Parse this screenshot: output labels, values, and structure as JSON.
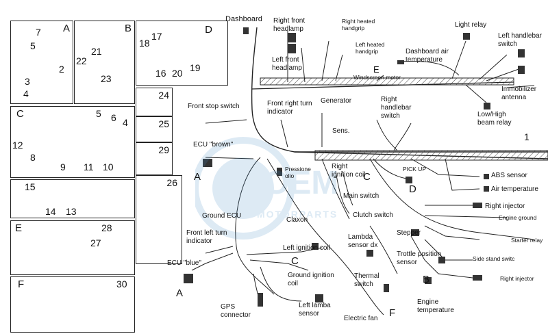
{
  "panels": {
    "A": {
      "letter": "A",
      "parts": [
        "7",
        "5",
        "2",
        "3",
        "4"
      ]
    },
    "B": {
      "letter": "B",
      "parts": [
        "21",
        "22",
        "23"
      ]
    },
    "C": {
      "letter": "C",
      "parts": [
        "5",
        "6",
        "4",
        "12",
        "8",
        "9",
        "11",
        "10"
      ]
    },
    "D": {
      "letter": "D",
      "parts": [
        "17",
        "18",
        "16",
        "20",
        "19"
      ]
    },
    "p24": {
      "num": "24"
    },
    "p25": {
      "num": "25"
    },
    "p29": {
      "num": "29"
    },
    "p26": {
      "num": "26"
    },
    "p13": {
      "parts": [
        "15",
        "14",
        "13"
      ]
    },
    "E": {
      "letter": "E",
      "parts": [
        "28",
        "27"
      ]
    },
    "F": {
      "letter": "F",
      "parts": [
        "30"
      ]
    }
  },
  "labels": {
    "dashboard": "Dashboard",
    "right_front_headlamp": "Right front headlamp",
    "left_front_headlamp": "Left front headlamp",
    "right_heated_handgrip": "Right heated handgrip",
    "left_heated_handgrip": "Left heated handgrip",
    "dashboard_air_temp": "Dashboard air temperature",
    "light_relay": "Light relay",
    "left_handlebar_switch": "Left handlebar switch",
    "windscreen_motor": "Windscreen motor",
    "immobilizer": "Immobilizer antenna",
    "low_high_beam": "Low/High beam relay",
    "front_stop_switch": "Front stop switch",
    "front_right_turn": "Front right turn indicator",
    "generator": "Generator",
    "right_handlebar_switch": "Right handlebar switch",
    "sens": "Sens.",
    "ecu_brown": "ECU \"brown\"",
    "right_ignition_coil": "Right ignition coil",
    "pick_up": "PICK UP",
    "abs_sensor": "ABS sensor",
    "air_temperature": "Air temperature",
    "pressione_olio": "Pressione olio",
    "main_switch": "Main switch",
    "right_injector": "Right injector",
    "engine_ground": "Engine ground",
    "ground_ecu": "Ground ECU",
    "claxon": "Claxon",
    "clutch_switch": "Clutch switch",
    "front_left_turn": "Front left turn indicator",
    "lambda_sensor_dx": "Lambda sensor dx",
    "stepper": "Stepper",
    "starter_relay": "Starter relay",
    "left_ignition_coil": "Left ignition coil",
    "trottle_position": "Trottle position sensor",
    "side_stand": "Side stand switc",
    "ecu_blue": "ECU \"blue\"",
    "ground_ignition_coil": "Ground ignition coil",
    "thermal_switch": "Thermal switch",
    "right_injector2": "Right injector",
    "engine_temperature": "Engine temperature",
    "gps_connector": "GPS connector",
    "left_lamba_sensor": "Left lamba sensor",
    "electric_fan": "Electric fan"
  },
  "letters": {
    "E_main": "E",
    "C_main": "C",
    "C_main2": "C",
    "D_main": "D",
    "A_main": "A",
    "A_main2": "A",
    "B_main": "B",
    "F_main": "F",
    "one": "1"
  },
  "watermark": {
    "text1": "OEM",
    "text2": "MOTORPARTS",
    "color": "#4a90c8"
  }
}
